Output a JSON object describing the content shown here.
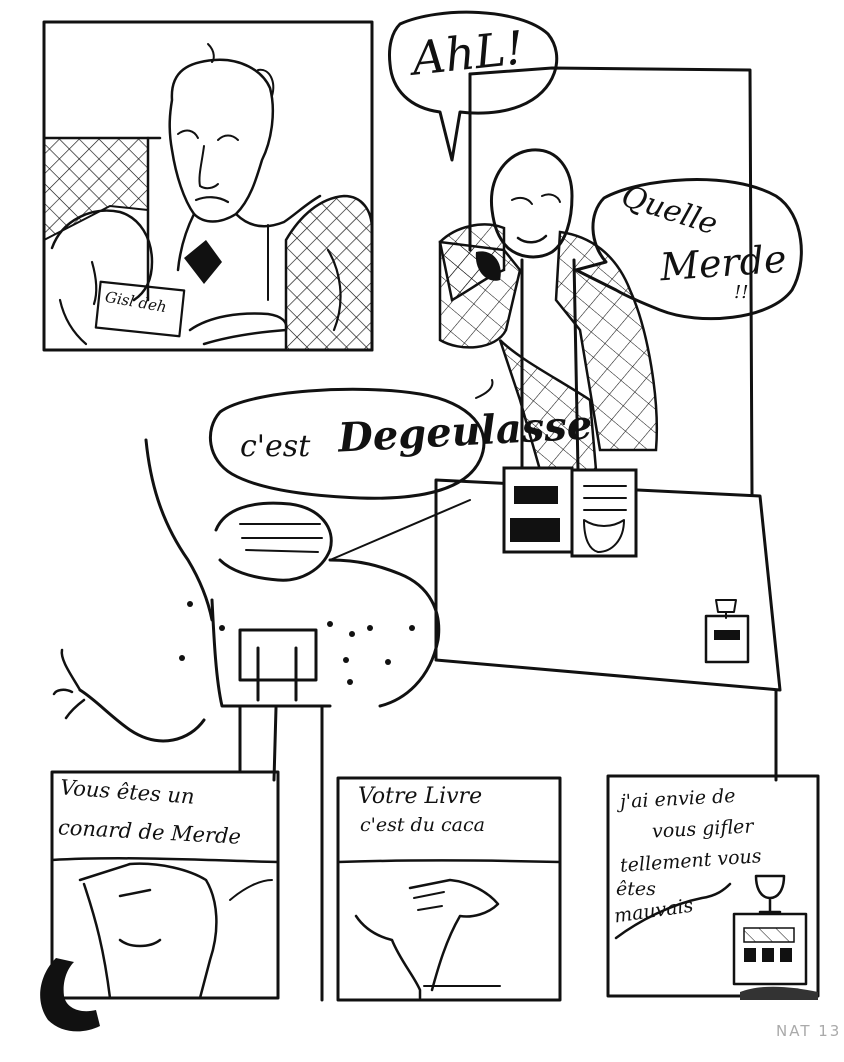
{
  "page": {
    "ink_color": "#111111",
    "paper_color": "#ffffff"
  },
  "panel_1": {
    "book_label": "Gisl deh"
  },
  "speech": {
    "ahh": "AhL!",
    "quelle": "Quelle",
    "merde": "Merde",
    "exclaim": "!!",
    "cest": "c'est",
    "degueulasse": "Degeulasse"
  },
  "panel_bottom_1": {
    "line1": "Vous êtes un",
    "line2": "conard de Merde"
  },
  "panel_bottom_2": {
    "line1": "Votre Livre",
    "line2": "c'est du caca"
  },
  "panel_bottom_3": {
    "line1": "j'ai envie de",
    "line2": "vous gifler",
    "line3": "tellement vous",
    "line4": "êtes",
    "line5": "mauvais"
  },
  "signature": {
    "text": "NAT 13"
  }
}
